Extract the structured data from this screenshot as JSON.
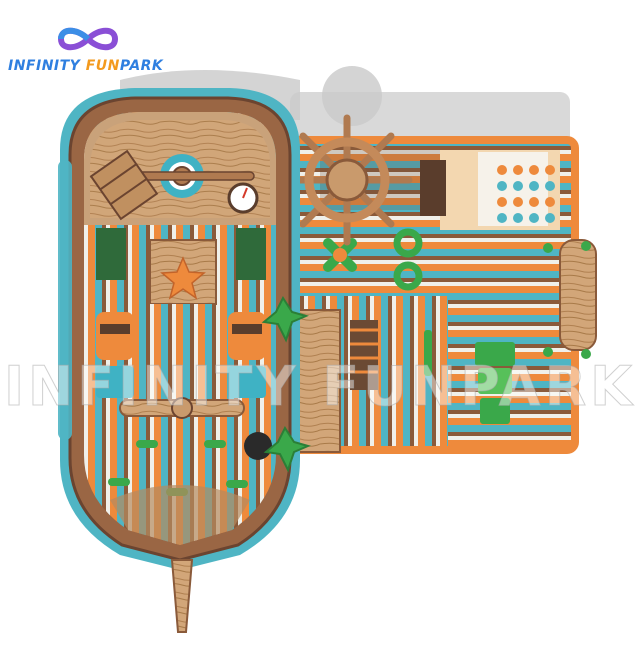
{
  "logo": {
    "word1": "INFINITY ",
    "word2": "FUN",
    "word3": "PARK"
  },
  "watermark": {
    "text": "INFINITY FUNPARK"
  },
  "colors": {
    "orange": "#ee8a3c",
    "teal": "#4fb5c4",
    "brown": "#8a5a3a",
    "wood": "#c79a6a",
    "green": "#3aa84a",
    "cream": "#f3d7b0"
  }
}
